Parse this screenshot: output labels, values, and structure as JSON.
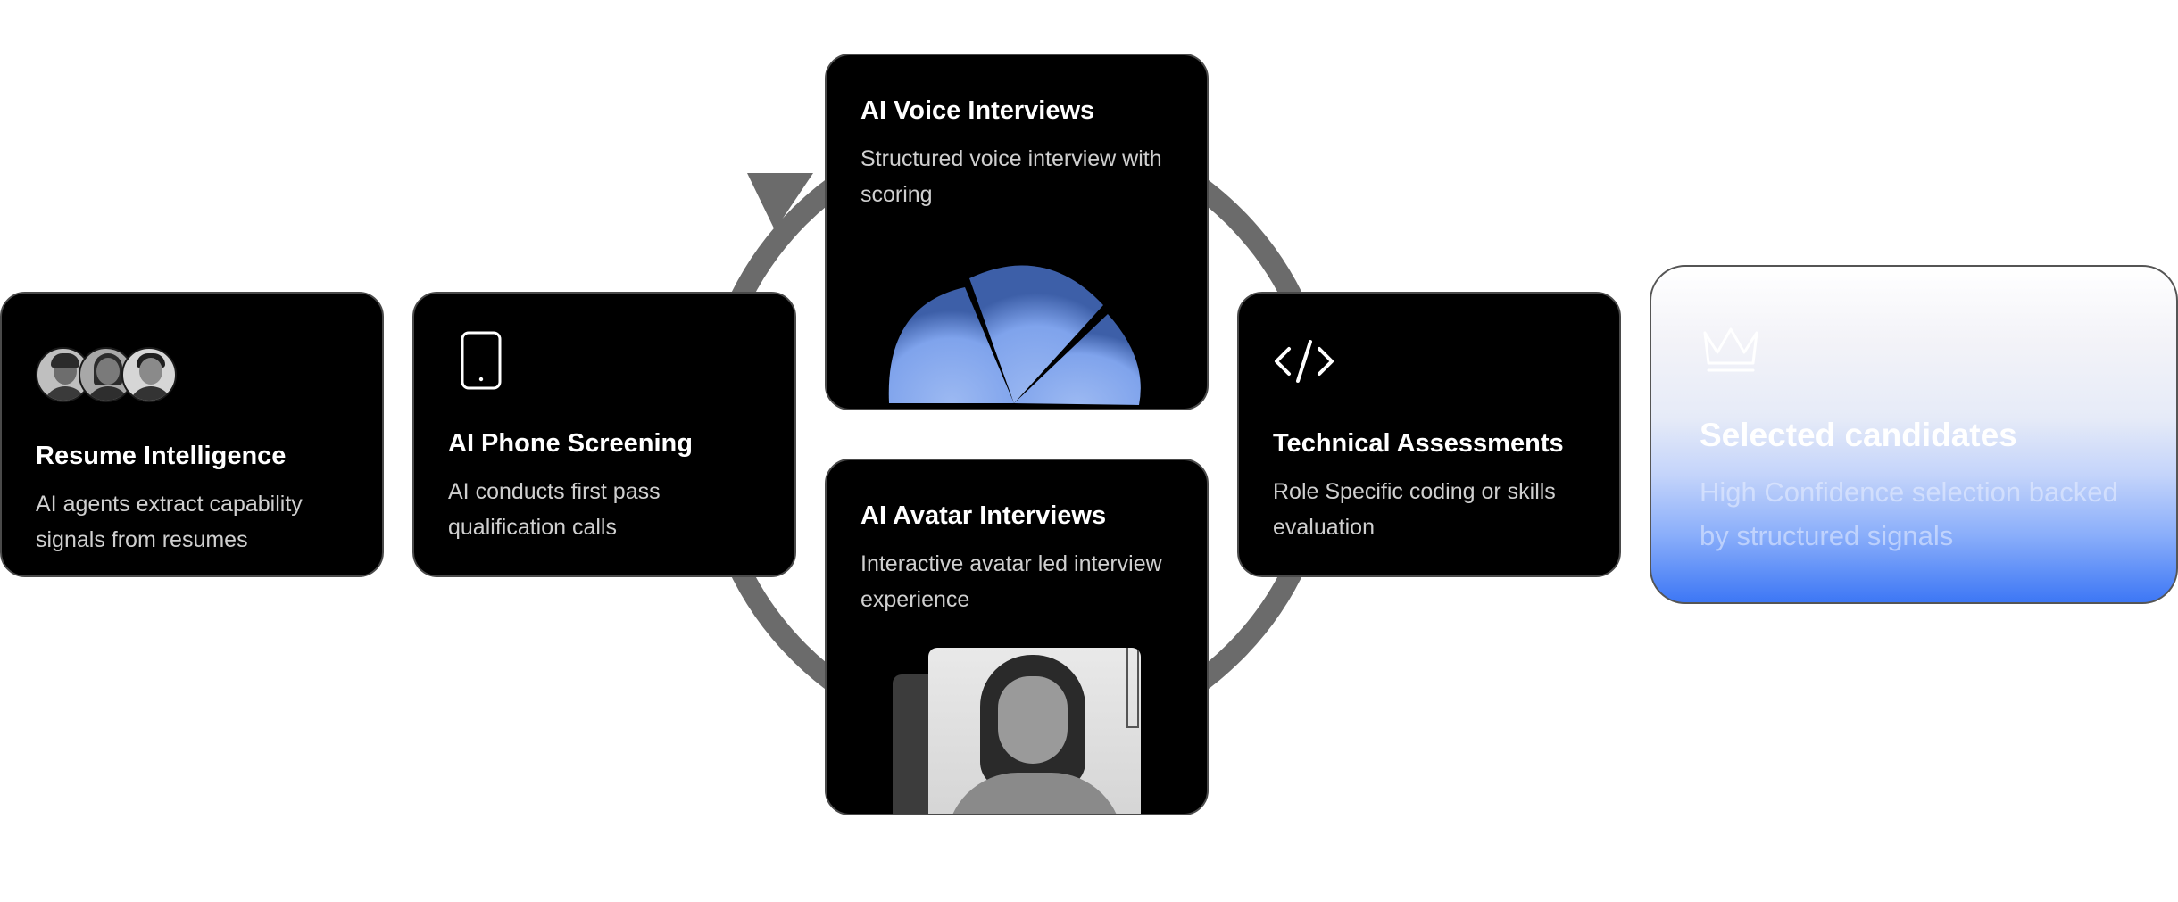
{
  "cards": {
    "resume": {
      "title": "Resume Intelligence",
      "description": "AI agents extract capability signals from resumes",
      "icon": "candidate-avatars"
    },
    "phone": {
      "title": "AI Phone Screening",
      "description": "AI conducts first pass qualification calls",
      "icon": "phone-icon"
    },
    "voice": {
      "title": "AI Voice Interviews",
      "description": "Structured voice interview with scoring",
      "icon": "voice-visualizer"
    },
    "avatar": {
      "title": "AI Avatar Interviews",
      "description": "Interactive avatar led interview experience",
      "icon": "avatar-video"
    },
    "tech": {
      "title": "Technical Assessments",
      "description": "Role Specific coding or skills evaluation",
      "icon": "code-icon"
    },
    "selected": {
      "title": "Selected candidates",
      "description": "High Confidence selection backed by structured signals",
      "icon": "crown-icon"
    }
  },
  "colors": {
    "card_background": "#000000",
    "card_border": "#4a4a4a",
    "ring": "#6b6b6b",
    "voice_blob": "#7fa3ec",
    "selected_gradient_end": "#3d77f5"
  }
}
